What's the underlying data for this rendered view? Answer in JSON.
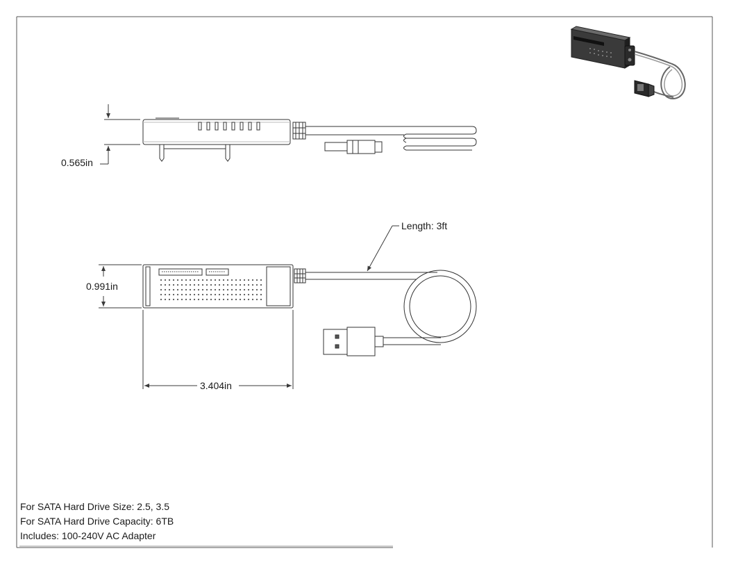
{
  "dimensions": {
    "height": "0.565in",
    "width": "0.991in",
    "length": "3.404in",
    "cable": "Length: 3ft"
  },
  "notes": [
    "For SATA Hard Drive Size: 2.5, 3.5",
    "For SATA Hard Drive Capacity: 6TB",
    "Includes: 100-240V AC Adapter"
  ],
  "colors": {
    "line": "#3a3a3a",
    "border": "#555555",
    "render_body": "#2b2b2b"
  },
  "icons": {
    "product_render": "usb-sata-adapter-render-icon"
  }
}
